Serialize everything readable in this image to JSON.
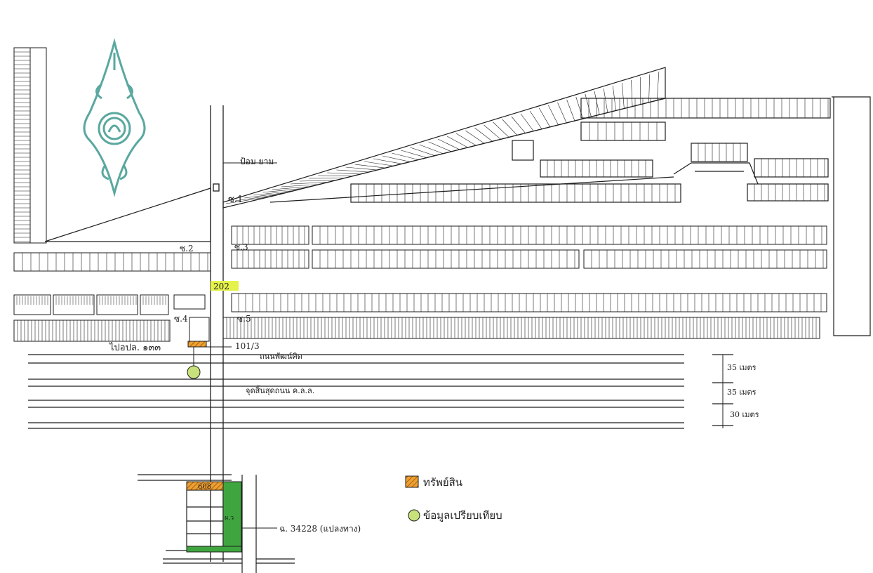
{
  "colors": {
    "subject_property": "#f0a030",
    "green_parcel": "#3fa63f",
    "marker": "#c7e27a",
    "highlight": "#e4f24a",
    "seal": "#5aa8a0",
    "ink": "#1e1e1e"
  },
  "map_labels": {
    "soi_1": "ซ.1",
    "soi_2": "ซ.2",
    "soi_3": "ซ.3",
    "soi_4": "ซ.4",
    "soi_5": "ซ.5",
    "highlight_number": "202",
    "to_place": "ไปอปล. ๑๓๓",
    "house_number": "101/3",
    "main_road": "ถนนพัฒน์คิด",
    "sub_road": "จุดสิ้นสุดถนน ค.ล.ล.",
    "width_1": "35 เมตร",
    "width_2": "35 เมตร",
    "width_3": "30 เมตร",
    "top_label": "ป้อม ยาม"
  },
  "inset": {
    "parcel_number": "608",
    "green_label": "ผ.ว",
    "deed_label": "ฉ. 34228 (แปลงทาง)"
  },
  "legend": {
    "items": [
      {
        "label": "ทรัพย์สิน",
        "symbol": "hatched-square-icon"
      },
      {
        "label": "ข้อมูลเปรียบเทียบ",
        "symbol": "circle-icon"
      }
    ]
  }
}
